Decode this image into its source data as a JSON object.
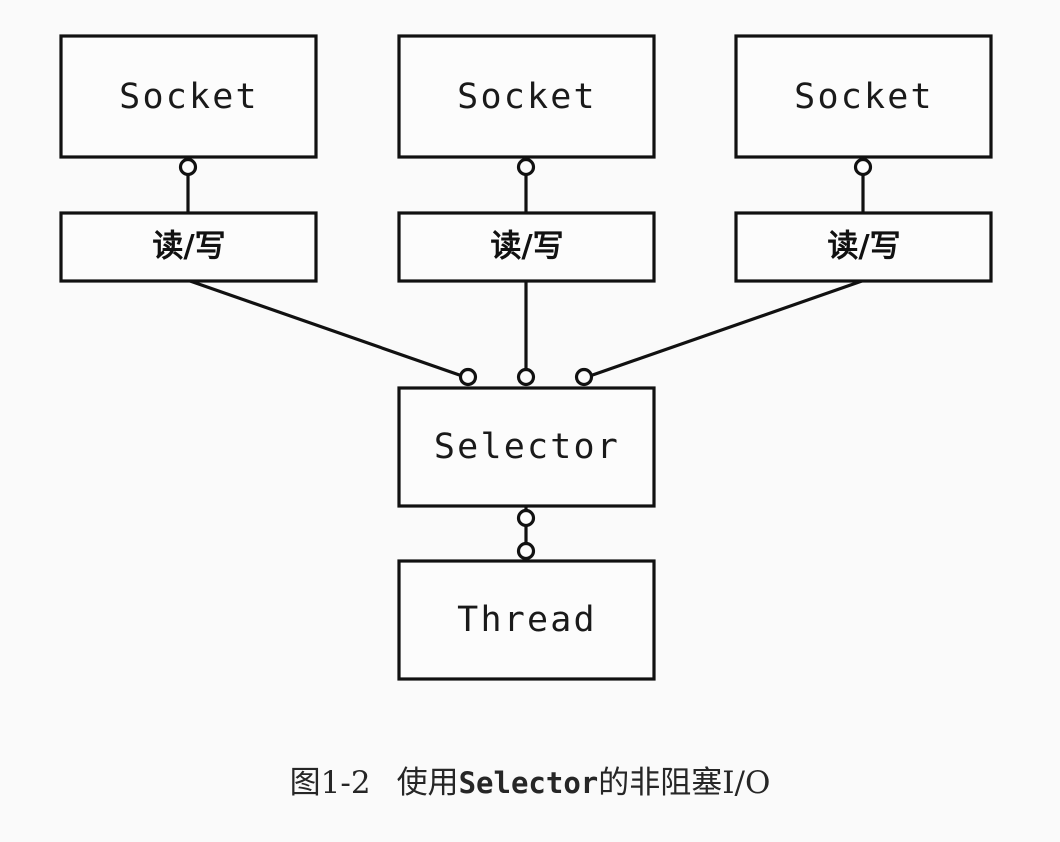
{
  "figure": {
    "background_color": "#fafafa",
    "stroke_color": "#111111",
    "box_fill_color": "#fcfcfc",
    "caption": {
      "number": "图1-2",
      "text_before": "使用",
      "mono_term": "Selector",
      "text_after": "的非阻塞I/O",
      "full": "图1-2　使用Selector的非阻塞I/O"
    },
    "nodes": {
      "socket_1": "Socket",
      "socket_2": "Socket",
      "socket_3": "Socket",
      "readwrite_1": "读/写",
      "readwrite_2": "读/写",
      "readwrite_3": "读/写",
      "selector": "Selector",
      "thread": "Thread"
    },
    "connections": [
      {
        "from": "socket_1",
        "to": "readwrite_1",
        "style": "vertical-with-port"
      },
      {
        "from": "socket_2",
        "to": "readwrite_2",
        "style": "vertical-with-port"
      },
      {
        "from": "socket_3",
        "to": "readwrite_3",
        "style": "vertical-with-port"
      },
      {
        "from": "readwrite_1",
        "to": "selector",
        "style": "diagonal-with-port"
      },
      {
        "from": "readwrite_2",
        "to": "selector",
        "style": "vertical-with-port"
      },
      {
        "from": "readwrite_3",
        "to": "selector",
        "style": "diagonal-with-port"
      },
      {
        "from": "selector",
        "to": "thread",
        "style": "vertical-with-two-ports"
      }
    ]
  }
}
